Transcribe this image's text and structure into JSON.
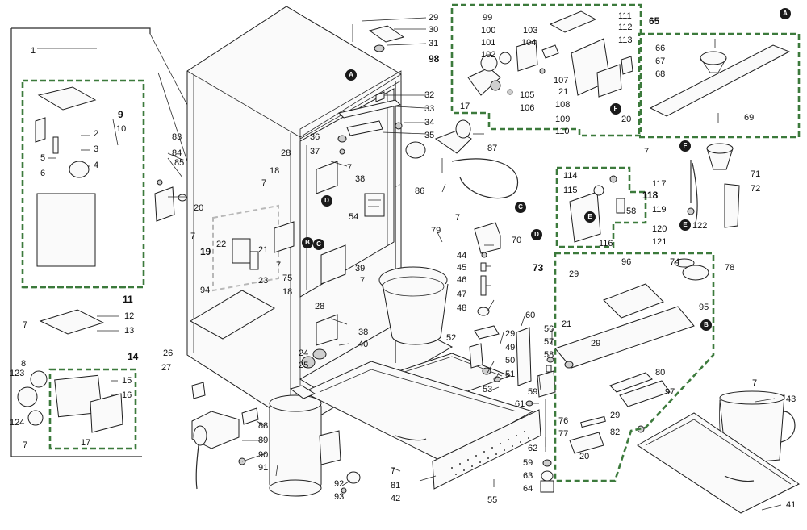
{
  "colors": {
    "group_outline": "#3c7a3c",
    "line": "#2a2a2a",
    "marker_fill": "#1a1a1a"
  },
  "diagram": {
    "callouts": [
      {
        "id": "c1",
        "label": "1"
      },
      {
        "id": "c2",
        "label": "2"
      },
      {
        "id": "c3",
        "label": "3"
      },
      {
        "id": "c4",
        "label": "4"
      },
      {
        "id": "c5",
        "label": "5"
      },
      {
        "id": "c6",
        "label": "6"
      },
      {
        "id": "c7a",
        "label": "7"
      },
      {
        "id": "c8",
        "label": "8"
      },
      {
        "id": "c10",
        "label": "10"
      },
      {
        "id": "c12",
        "label": "12"
      },
      {
        "id": "c13",
        "label": "13"
      },
      {
        "id": "c15",
        "label": "15"
      },
      {
        "id": "c16",
        "label": "16"
      },
      {
        "id": "c17a",
        "label": "17"
      },
      {
        "id": "c7b",
        "label": "7"
      },
      {
        "id": "c123",
        "label": "123"
      },
      {
        "id": "c124",
        "label": "124"
      },
      {
        "id": "c83",
        "label": "83"
      },
      {
        "id": "c84",
        "label": "84"
      },
      {
        "id": "c85",
        "label": "85"
      },
      {
        "id": "c20a",
        "label": "20"
      },
      {
        "id": "c7c",
        "label": "7"
      },
      {
        "id": "c22",
        "label": "22"
      },
      {
        "id": "c21a",
        "label": "21"
      },
      {
        "id": "c23",
        "label": "23"
      },
      {
        "id": "c94",
        "label": "94"
      },
      {
        "id": "c26",
        "label": "26"
      },
      {
        "id": "c27",
        "label": "27"
      },
      {
        "id": "c18a",
        "label": "18"
      },
      {
        "id": "c7d",
        "label": "7"
      },
      {
        "id": "c7e",
        "label": "7"
      },
      {
        "id": "c75",
        "label": "75"
      },
      {
        "id": "c18b",
        "label": "18"
      },
      {
        "id": "c28a",
        "label": "28"
      },
      {
        "id": "c38a",
        "label": "38"
      },
      {
        "id": "c7f",
        "label": "7"
      },
      {
        "id": "c39",
        "label": "39"
      },
      {
        "id": "c7g",
        "label": "7"
      },
      {
        "id": "c28b",
        "label": "28"
      },
      {
        "id": "c38b",
        "label": "38"
      },
      {
        "id": "c40",
        "label": "40"
      },
      {
        "id": "c24",
        "label": "24"
      },
      {
        "id": "c25",
        "label": "25"
      },
      {
        "id": "c29a",
        "label": "29"
      },
      {
        "id": "c30",
        "label": "30"
      },
      {
        "id": "c31",
        "label": "31"
      },
      {
        "id": "c32",
        "label": "32"
      },
      {
        "id": "c33",
        "label": "33"
      },
      {
        "id": "c34",
        "label": "34"
      },
      {
        "id": "c35",
        "label": "35"
      },
      {
        "id": "c36",
        "label": "36"
      },
      {
        "id": "c37",
        "label": "37"
      },
      {
        "id": "c54",
        "label": "54"
      },
      {
        "id": "c86",
        "label": "86"
      },
      {
        "id": "c87",
        "label": "87"
      },
      {
        "id": "c7h",
        "label": "7"
      },
      {
        "id": "c70",
        "label": "70"
      },
      {
        "id": "c79",
        "label": "79"
      },
      {
        "id": "c44",
        "label": "44"
      },
      {
        "id": "c45",
        "label": "45"
      },
      {
        "id": "c46",
        "label": "46"
      },
      {
        "id": "c47",
        "label": "47"
      },
      {
        "id": "c48",
        "label": "48"
      },
      {
        "id": "c29b",
        "label": "29"
      },
      {
        "id": "c49",
        "label": "49"
      },
      {
        "id": "c52",
        "label": "52"
      },
      {
        "id": "c50",
        "label": "50"
      },
      {
        "id": "c51",
        "label": "51"
      },
      {
        "id": "c53",
        "label": "53"
      },
      {
        "id": "c60",
        "label": "60"
      },
      {
        "id": "c56",
        "label": "56"
      },
      {
        "id": "c57",
        "label": "57"
      },
      {
        "id": "c58a",
        "label": "58"
      },
      {
        "id": "c59a",
        "label": "59"
      },
      {
        "id": "c61",
        "label": "61"
      },
      {
        "id": "c62",
        "label": "62"
      },
      {
        "id": "c59b",
        "label": "59"
      },
      {
        "id": "c63",
        "label": "63"
      },
      {
        "id": "c64",
        "label": "64"
      },
      {
        "id": "c55",
        "label": "55"
      },
      {
        "id": "c42",
        "label": "42"
      },
      {
        "id": "c81",
        "label": "81"
      },
      {
        "id": "c7i",
        "label": "7"
      },
      {
        "id": "c88",
        "label": "88"
      },
      {
        "id": "c89",
        "label": "89"
      },
      {
        "id": "c90",
        "label": "90"
      },
      {
        "id": "c91",
        "label": "91"
      },
      {
        "id": "c92",
        "label": "92"
      },
      {
        "id": "c93",
        "label": "93"
      },
      {
        "id": "c99",
        "label": "99"
      },
      {
        "id": "c100",
        "label": "100"
      },
      {
        "id": "c101",
        "label": "101"
      },
      {
        "id": "c102",
        "label": "102"
      },
      {
        "id": "c103",
        "label": "103"
      },
      {
        "id": "c104",
        "label": "104"
      },
      {
        "id": "c107",
        "label": "107"
      },
      {
        "id": "c105",
        "label": "105"
      },
      {
        "id": "c106",
        "label": "106"
      },
      {
        "id": "c17b",
        "label": "17"
      },
      {
        "id": "c21b",
        "label": "21"
      },
      {
        "id": "c108",
        "label": "108"
      },
      {
        "id": "c109",
        "label": "109"
      },
      {
        "id": "c110",
        "label": "110"
      },
      {
        "id": "c111",
        "label": "111"
      },
      {
        "id": "c112",
        "label": "112"
      },
      {
        "id": "c113",
        "label": "113"
      },
      {
        "id": "c20b",
        "label": "20"
      },
      {
        "id": "c66",
        "label": "66"
      },
      {
        "id": "c67",
        "label": "67"
      },
      {
        "id": "c68",
        "label": "68"
      },
      {
        "id": "c69",
        "label": "69"
      },
      {
        "id": "c7j",
        "label": "7"
      },
      {
        "id": "c117",
        "label": "117"
      },
      {
        "id": "c71",
        "label": "71"
      },
      {
        "id": "c72",
        "label": "72"
      },
      {
        "id": "c114",
        "label": "114"
      },
      {
        "id": "c115",
        "label": "115"
      },
      {
        "id": "c58b",
        "label": "58"
      },
      {
        "id": "c119",
        "label": "119"
      },
      {
        "id": "c120",
        "label": "120"
      },
      {
        "id": "c122",
        "label": "122"
      },
      {
        "id": "c121",
        "label": "121"
      },
      {
        "id": "c116",
        "label": "116"
      },
      {
        "id": "c29c",
        "label": "29"
      },
      {
        "id": "c96",
        "label": "96"
      },
      {
        "id": "c74",
        "label": "74"
      },
      {
        "id": "c78",
        "label": "78"
      },
      {
        "id": "c95",
        "label": "95"
      },
      {
        "id": "c21c",
        "label": "21"
      },
      {
        "id": "c29d",
        "label": "29"
      },
      {
        "id": "c80",
        "label": "80"
      },
      {
        "id": "c97",
        "label": "97"
      },
      {
        "id": "c7k",
        "label": "7"
      },
      {
        "id": "c29e",
        "label": "29"
      },
      {
        "id": "c82",
        "label": "82"
      },
      {
        "id": "c76",
        "label": "76"
      },
      {
        "id": "c77",
        "label": "77"
      },
      {
        "id": "c20c",
        "label": "20"
      },
      {
        "id": "c43",
        "label": "43"
      },
      {
        "id": "c41",
        "label": "41"
      }
    ],
    "groups": [
      {
        "id": "g9",
        "label": "9"
      },
      {
        "id": "g11",
        "label": "11"
      },
      {
        "id": "g14",
        "label": "14"
      },
      {
        "id": "g19",
        "label": "19"
      },
      {
        "id": "g98",
        "label": "98"
      },
      {
        "id": "g65",
        "label": "65"
      },
      {
        "id": "g118",
        "label": "118"
      },
      {
        "id": "g73",
        "label": "73"
      }
    ],
    "markers": [
      {
        "id": "mA1",
        "label": "A"
      },
      {
        "id": "mA2",
        "label": "A"
      },
      {
        "id": "mB1",
        "label": "B"
      },
      {
        "id": "mB2",
        "label": "B"
      },
      {
        "id": "mC1",
        "label": "C"
      },
      {
        "id": "mC2",
        "label": "C"
      },
      {
        "id": "mD1",
        "label": "D"
      },
      {
        "id": "mD2",
        "label": "D"
      },
      {
        "id": "mE1",
        "label": "E"
      },
      {
        "id": "mE2",
        "label": "E"
      },
      {
        "id": "mF1",
        "label": "F"
      },
      {
        "id": "mF2",
        "label": "F"
      }
    ]
  }
}
